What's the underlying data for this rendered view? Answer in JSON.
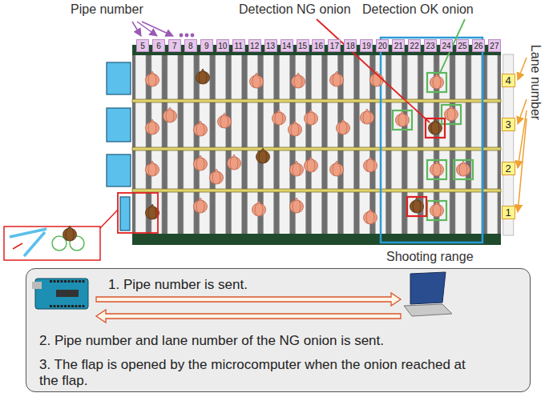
{
  "diagram": {
    "nodes": [
      {
        "text": [
          "5"
        ]
      },
      {
        "text": [
          "6"
        ]
      },
      {
        "text": [
          "7"
        ]
      },
      {
        "text": [
          "8"
        ]
      },
      {
        "text": [
          "9"
        ]
      },
      {
        "text": [
          "10"
        ]
      },
      {
        "text": [
          "11"
        ]
      },
      {
        "text": [
          "12"
        ]
      },
      {
        "text": [
          "13"
        ]
      },
      {
        "text": [
          "14"
        ]
      },
      {
        "text": [
          "15"
        ]
      },
      {
        "text": [
          "16"
        ]
      },
      {
        "text": [
          "17"
        ]
      },
      {
        "text": [
          "18"
        ]
      },
      {
        "text": [
          "19"
        ]
      },
      {
        "text": [
          "20"
        ]
      },
      {
        "text": [
          "21"
        ]
      },
      {
        "text": [
          "22"
        ]
      },
      {
        "text": [
          "23"
        ]
      },
      {
        "text": [
          "24"
        ]
      },
      {
        "text": [
          "25"
        ]
      },
      {
        "text": [
          "26"
        ]
      },
      {
        "text": [
          "27"
        ]
      },
      {
        "text": [
          "4"
        ]
      },
      {
        "text": [
          "3"
        ]
      },
      {
        "text": [
          "2"
        ]
      },
      {
        "text": [
          "1"
        ]
      },
      {
        "text": [
          "1. Pipe number is sent.",
          "2. Pipe number and lane number of the NG onion is sent.",
          "3. The flap is opened by the microcomputer when the onion reached at the flap."
        ]
      }
    ],
    "labels": [
      "Pipe number",
      "Detection NG onion",
      "Detection OK onion",
      "Lane number",
      "Shooting range"
    ]
  }
}
